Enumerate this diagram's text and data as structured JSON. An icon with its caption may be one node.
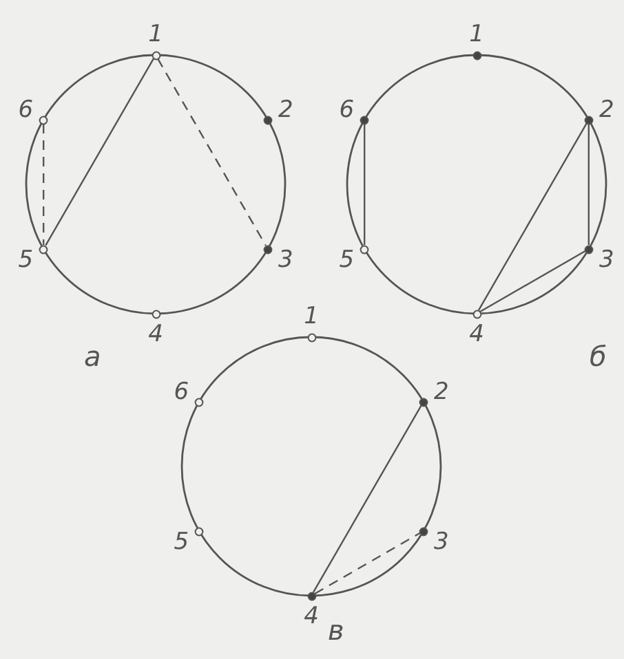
{
  "diagram": {
    "nodes": [
      {
        "text": [],
        "shape": "circle",
        "beside": [
          "а"
        ]
      },
      {
        "text": [
          "1"
        ],
        "in": 0
      },
      {
        "text": [
          "2"
        ],
        "in": 0
      },
      {
        "text": [
          "3"
        ],
        "in": 0
      },
      {
        "text": [
          "4"
        ],
        "in": 0
      },
      {
        "text": [
          "5"
        ],
        "in": 0
      },
      {
        "text": [
          "6"
        ],
        "in": 0
      },
      {
        "text": [],
        "shape": "circle",
        "beside": [
          "б"
        ]
      },
      {
        "text": [
          "1"
        ],
        "in": 7
      },
      {
        "text": [
          "2"
        ],
        "in": 7
      },
      {
        "text": [
          "3"
        ],
        "in": 7
      },
      {
        "text": [
          "4"
        ],
        "in": 7
      },
      {
        "text": [
          "5"
        ],
        "in": 7
      },
      {
        "text": [
          "6"
        ],
        "in": 7
      },
      {
        "text": [],
        "shape": "circle",
        "beside": [
          "в"
        ]
      },
      {
        "text": [
          "1"
        ],
        "in": 14
      },
      {
        "text": [
          "2"
        ],
        "in": 14
      },
      {
        "text": [
          "3"
        ],
        "in": 14
      },
      {
        "text": [
          "4"
        ],
        "in": 14
      },
      {
        "text": [
          "5"
        ],
        "in": 14
      },
      {
        "text": [
          "6"
        ],
        "in": 14
      }
    ],
    "edges": [
      {
        "from": 1,
        "to": 5,
        "arrow": "none"
      },
      {
        "from": 1,
        "to": 3,
        "arrow": "none",
        "style": "dashed"
      },
      {
        "from": 6,
        "to": 5,
        "arrow": "none",
        "style": "dashed"
      },
      {
        "from": 13,
        "to": 12,
        "arrow": "none"
      },
      {
        "from": 9,
        "to": 11,
        "arrow": "none"
      },
      {
        "from": 9,
        "to": 10,
        "arrow": "none"
      },
      {
        "from": 10,
        "to": 11,
        "arrow": "none"
      },
      {
        "from": 16,
        "to": 18,
        "arrow": "none"
      },
      {
        "from": 18,
        "to": 17,
        "arrow": "none",
        "style": "dashed"
      }
    ]
  }
}
